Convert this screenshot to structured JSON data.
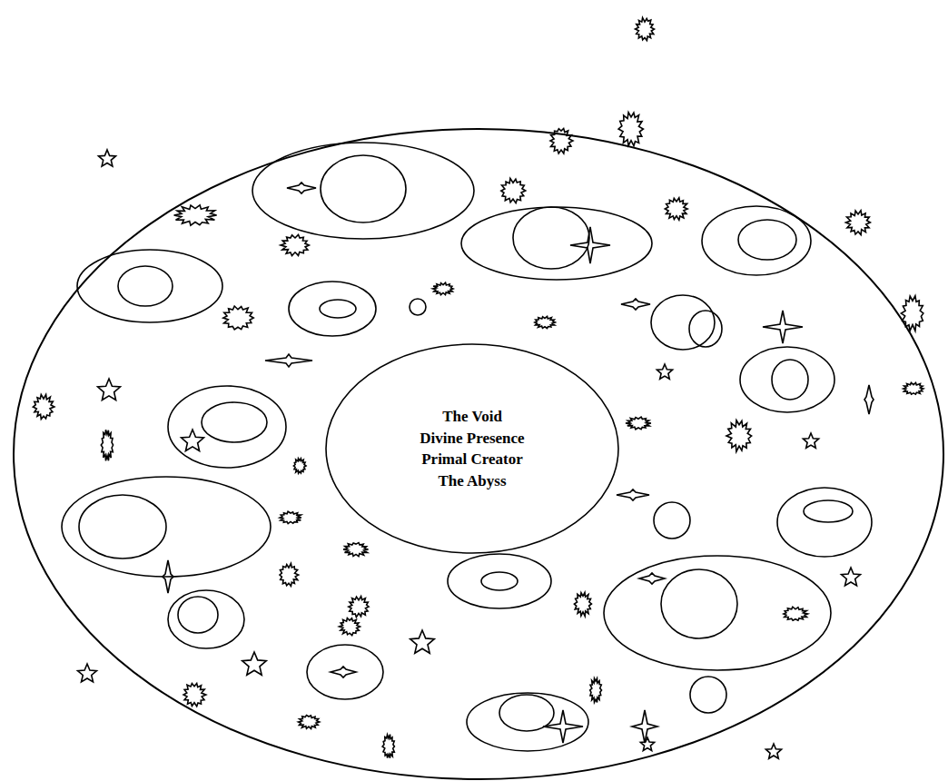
{
  "diagram": {
    "nodes": [
      {
        "text": [
          "The Void",
          "Divine Presence",
          "Primal Creator",
          "The Abyss"
        ]
      }
    ]
  }
}
